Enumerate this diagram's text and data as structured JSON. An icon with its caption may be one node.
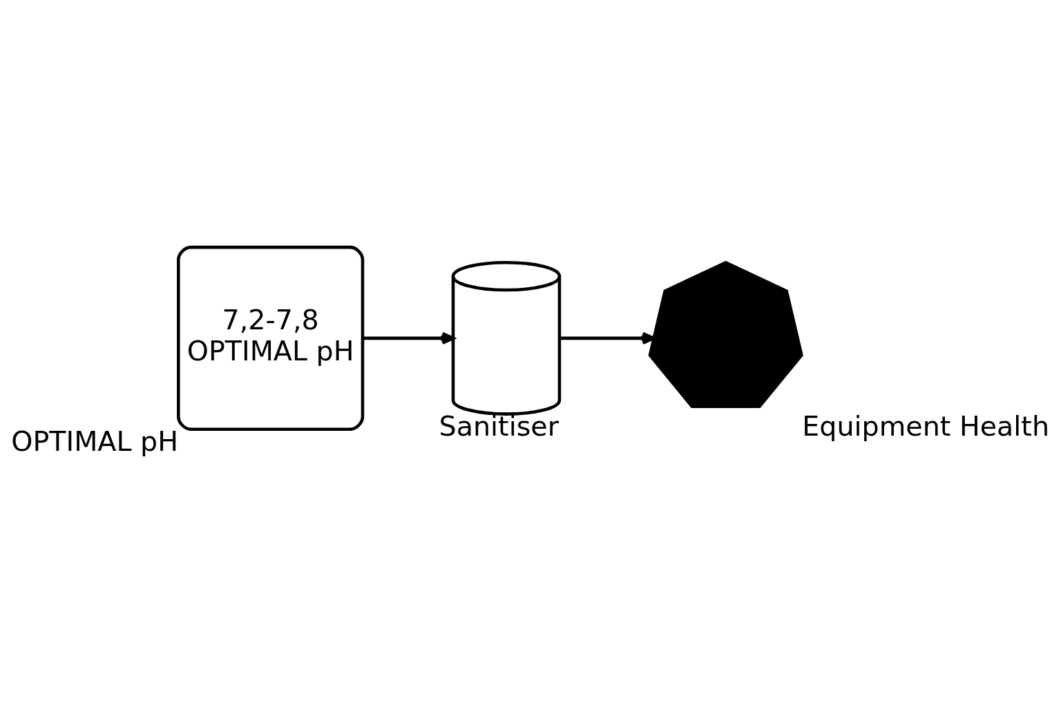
{
  "diagram": {
    "nodes": [
      {
        "text": [
          "7,2-7,8",
          "OPTIMAL pH"
        ],
        "beside": [
          "OPTIMAL pH"
        ]
      },
      {
        "text": [],
        "shape": "bottle",
        "beside": [
          "Sanitiser"
        ]
      },
      {
        "text": [],
        "shape": "gear",
        "beside": [
          "Equipment Health"
        ]
      }
    ],
    "edges": [
      {
        "from": 0,
        "to": 1,
        "arrow": "to"
      },
      {
        "from": 1,
        "to": 2,
        "arrow": "to"
      }
    ]
  }
}
